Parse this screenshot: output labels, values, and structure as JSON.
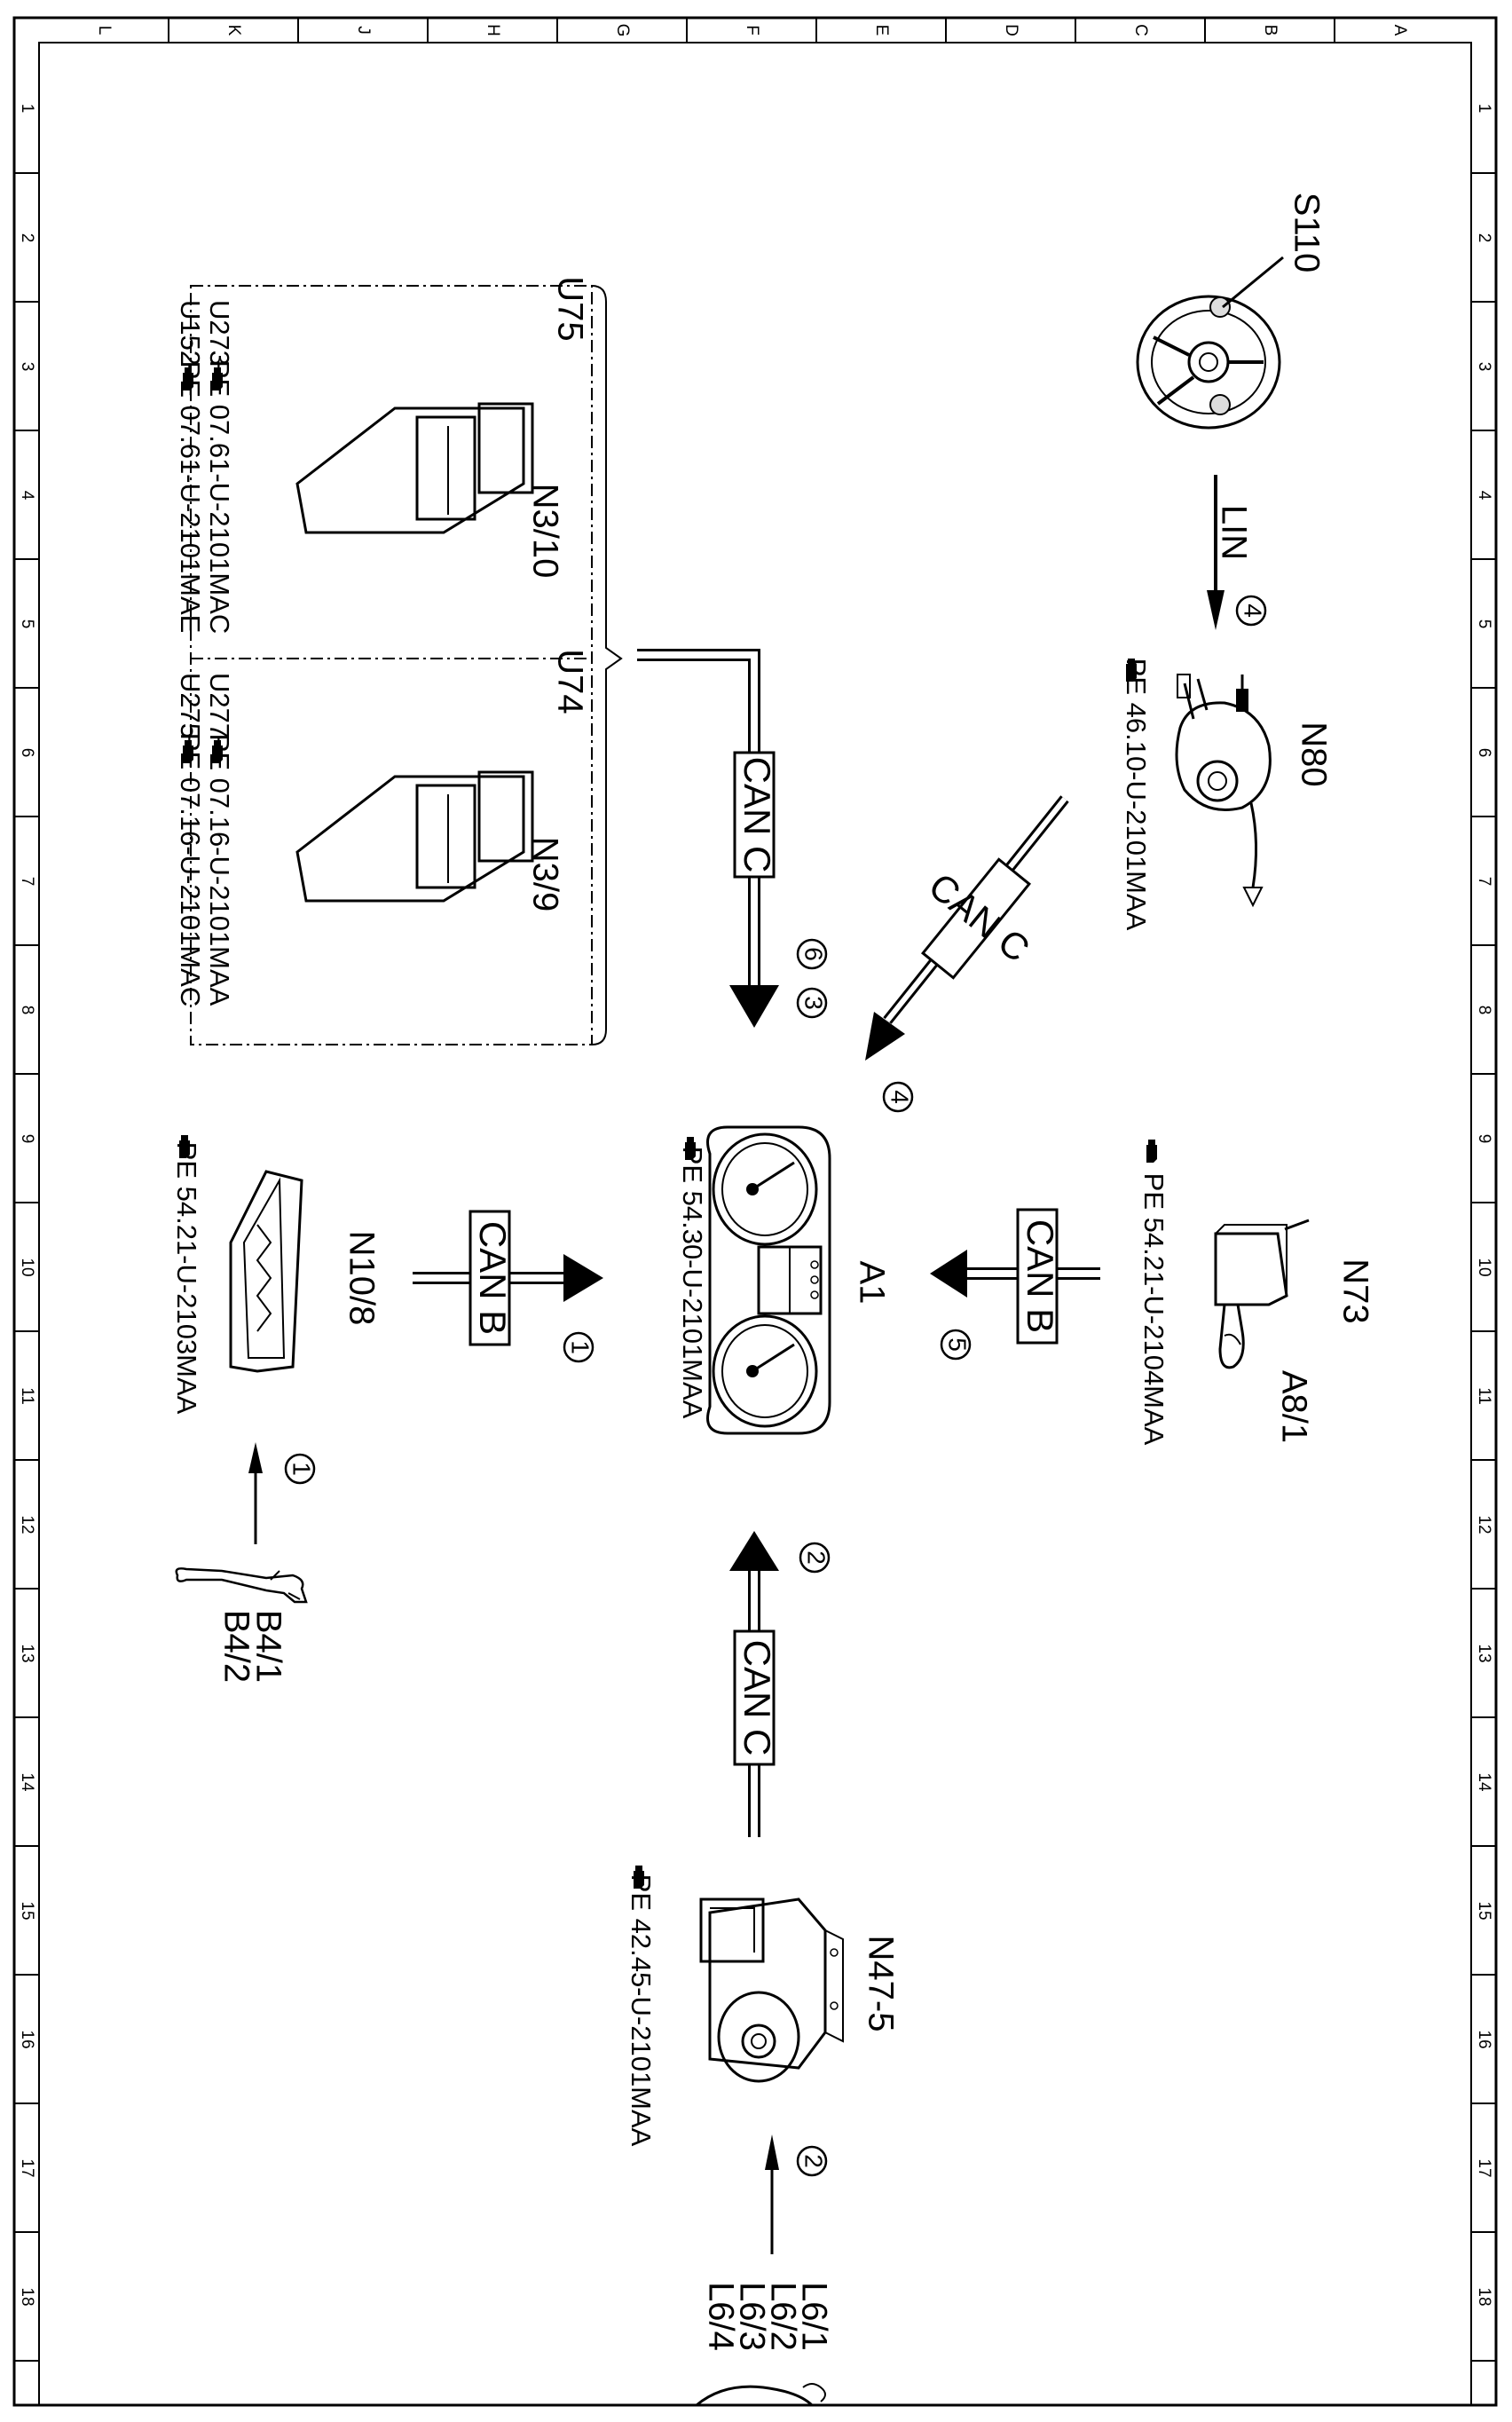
{
  "frame": {
    "column_letters": [
      "L",
      "K",
      "J",
      "H",
      "G",
      "F",
      "E",
      "D",
      "C",
      "B",
      "A"
    ],
    "row_numbers": [
      "1",
      "2",
      "3",
      "4",
      "5",
      "6",
      "7",
      "8",
      "9",
      "10",
      "11",
      "12",
      "13",
      "14",
      "15",
      "16",
      "17",
      "18"
    ]
  },
  "components": {
    "s110": "S110",
    "n80": "N80",
    "n73": "N73",
    "a8_1": "A8/1",
    "a1": "A1",
    "n10_8": "N10/8",
    "b4_1": "B4/1",
    "b4_2": "B4/2",
    "n47_5": "N47-5",
    "l6_1": "L6/1",
    "l6_2": "L6/2",
    "l6_3": "L6/3",
    "l6_4": "L6/4",
    "n3_10": "N3/10",
    "n3_9": "N3/9",
    "u75": "U75",
    "u74": "U74"
  },
  "references": {
    "n80": "PE 46.10-U-2101MAA",
    "n73": "PE 54.21-U-2104MAA",
    "a1": "PE 54.30-U-2101MAA",
    "n10_8": "PE 54.21-U-2103MAA",
    "n47_5": "PE 42.45-U-2101MAA",
    "u273_code": "U273",
    "u273_ref": "PE 07.61-U-2101MAC",
    "u152_code": "U152",
    "u152_ref": "PE 07.61-U-2101MAE",
    "u277_code": "U277",
    "u277_ref": "PE 07.16-U-2101MAA",
    "u275_code": "U275",
    "u275_ref": "PE 07.16-U-2101MAC"
  },
  "buses": {
    "lin": "LIN",
    "can_c_engine": "CAN C",
    "can_c_n80": "CAN C",
    "can_b_n73": "CAN B",
    "can_b_n10": "CAN B",
    "can_c_n47": "CAN C"
  },
  "markers": {
    "lin_4": "4",
    "can_c_6": "6",
    "can_c_3": "3",
    "n80_4": "4",
    "n73_5": "5",
    "n10_1": "1",
    "b4_1": "1",
    "n47_2": "2",
    "l6_2": "2"
  }
}
